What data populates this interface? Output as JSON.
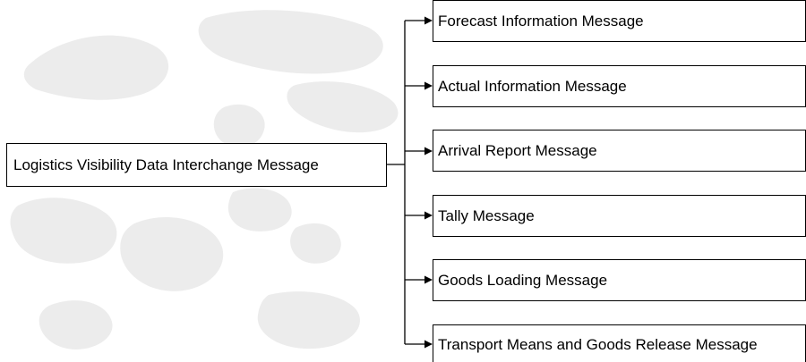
{
  "diagram": {
    "root": {
      "label": "Logistics Visibility Data Interchange Message"
    },
    "children": [
      {
        "label": "Forecast Information Message"
      },
      {
        "label": "Actual Information Message"
      },
      {
        "label": "Arrival Report Message"
      },
      {
        "label": "Tally Message"
      },
      {
        "label": "Goods Loading Message"
      },
      {
        "label": "Transport Means and Goods Release Message"
      }
    ]
  },
  "colors": {
    "line": "#000000",
    "box_border": "#000000",
    "watermark": "#ececec"
  }
}
